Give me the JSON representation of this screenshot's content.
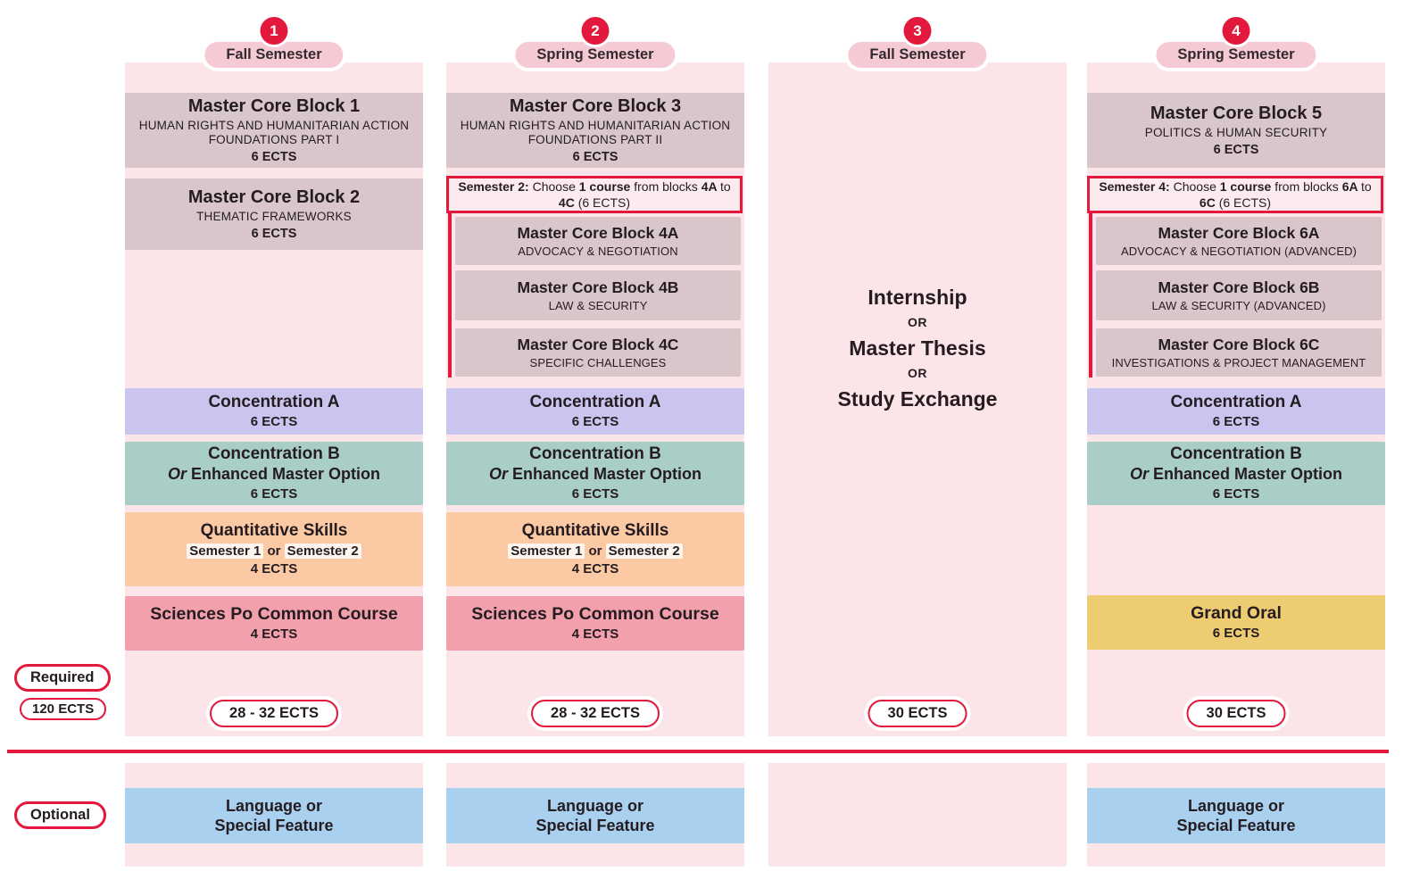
{
  "colors": {
    "accent_red": "#e2183d",
    "column_pink": "#fbe5e9",
    "core_block_mauve": "#d8c6ca",
    "concentration_a_lavender": "#c9c5ee",
    "concentration_b_teal": "#a9cec8",
    "quantitative_peach": "#fbc9a4",
    "common_course_rose": "#f2a0ac",
    "grand_oral_gold": "#edcc72",
    "language_blue": "#a9d1ef"
  },
  "legend": {
    "required": "Required",
    "required_ects": "120 ECTS",
    "optional": "Optional"
  },
  "columns": [
    {
      "number": "1",
      "semester": "Fall Semester",
      "ects_total": "28 - 32 ECTS",
      "core1": {
        "title": "Master Core Block 1",
        "subtitle": "HUMAN RIGHTS AND HUMANITARIAN ACTION FOUNDATIONS PART I",
        "ects": "6 ECTS"
      },
      "core2": {
        "title": "Master Core Block 2",
        "subtitle": "THEMATIC FRAMEWORKS",
        "ects": "6 ECTS"
      },
      "concentration_a": {
        "title": "Concentration A",
        "ects": "6 ECTS"
      },
      "concentration_b": {
        "title": "Concentration B",
        "subtitle_segments": [
          {
            "t": "Or ",
            "b": true,
            "i": true
          },
          {
            "t": "Enhanced Master Option",
            "b": true
          }
        ],
        "ects": "6 ECTS"
      },
      "quantitative": {
        "title": "Quantitative Skills",
        "subtitle_segments": [
          {
            "t": "Semester 1",
            "h": true
          },
          {
            "t": " or ",
            "b": true
          },
          {
            "t": "Semester 2",
            "h": true
          }
        ],
        "ects": "4 ECTS"
      },
      "common_course": {
        "title": "Sciences Po Common Course",
        "ects": "4 ECTS"
      },
      "optional_language": {
        "line1": "Language or",
        "line2": "Special Feature"
      }
    },
    {
      "number": "2",
      "semester": "Spring Semester",
      "ects_total": "28 - 32 ECTS",
      "core": {
        "title": "Master Core Block 3",
        "subtitle": "HUMAN RIGHTS AND HUMANITARIAN ACTION FOUNDATIONS PART II",
        "ects": "6 ECTS"
      },
      "choose_note_segments": [
        {
          "t": "Semester 2: ",
          "b": true
        },
        {
          "t": "Choose "
        },
        {
          "t": "1 course ",
          "b": true
        },
        {
          "t": "from blocks "
        },
        {
          "t": "4A ",
          "b": true
        },
        {
          "t": "to "
        },
        {
          "t": "4C ",
          "b": true
        },
        {
          "t": "(6 ECTS)"
        }
      ],
      "choice_blocks": [
        {
          "title": "Master Core Block 4A",
          "subtitle": "ADVOCACY & NEGOTIATION"
        },
        {
          "title": "Master Core Block 4B",
          "subtitle": "LAW & SECURITY"
        },
        {
          "title": "Master Core Block 4C",
          "subtitle": "SPECIFIC CHALLENGES"
        }
      ],
      "concentration_a": {
        "title": "Concentration A",
        "ects": "6 ECTS"
      },
      "concentration_b": {
        "title": "Concentration B",
        "subtitle_segments": [
          {
            "t": "Or ",
            "b": true,
            "i": true
          },
          {
            "t": "Enhanced Master Option",
            "b": true
          }
        ],
        "ects": "6 ECTS"
      },
      "quantitative": {
        "title": "Quantitative Skills",
        "subtitle_segments": [
          {
            "t": "Semester 1",
            "h": true
          },
          {
            "t": " or ",
            "b": true
          },
          {
            "t": "Semester 2",
            "h": true
          }
        ],
        "ects": "4 ECTS"
      },
      "common_course": {
        "title": "Sciences Po Common Course",
        "ects": "4 ECTS"
      },
      "optional_language": {
        "line1": "Language or",
        "line2": "Special Feature"
      }
    },
    {
      "number": "3",
      "semester": "Fall Semester",
      "ects_total": "30 ECTS",
      "or_label": "OR",
      "choices": [
        "Internship",
        "Master Thesis",
        "Study Exchange"
      ]
    },
    {
      "number": "4",
      "semester": "Spring Semester",
      "ects_total": "30 ECTS",
      "core": {
        "title": "Master Core Block 5",
        "subtitle": "POLITICS & HUMAN SECURITY",
        "ects": "6 ECTS"
      },
      "choose_note_segments": [
        {
          "t": "Semester 4: ",
          "b": true
        },
        {
          "t": "Choose "
        },
        {
          "t": "1 course ",
          "b": true
        },
        {
          "t": "from blocks "
        },
        {
          "t": "6A ",
          "b": true
        },
        {
          "t": "to "
        },
        {
          "t": "6C ",
          "b": true
        },
        {
          "t": "(6 ECTS)"
        }
      ],
      "choice_blocks": [
        {
          "title": "Master Core Block 6A",
          "subtitle": "ADVOCACY & NEGOTIATION (ADVANCED)"
        },
        {
          "title": "Master Core Block 6B",
          "subtitle": "LAW & SECURITY (ADVANCED)"
        },
        {
          "title": "Master Core Block 6C",
          "subtitle": "INVESTIGATIONS & PROJECT MANAGEMENT"
        }
      ],
      "concentration_a": {
        "title": "Concentration A",
        "ects": "6 ECTS"
      },
      "concentration_b": {
        "title": "Concentration B",
        "subtitle_segments": [
          {
            "t": "Or ",
            "b": true,
            "i": true
          },
          {
            "t": "Enhanced Master Option",
            "b": true
          }
        ],
        "ects": "6 ECTS"
      },
      "grand_oral": {
        "title": "Grand Oral",
        "ects": "6 ECTS"
      },
      "optional_language": {
        "line1": "Language or",
        "line2": "Special Feature"
      }
    }
  ]
}
